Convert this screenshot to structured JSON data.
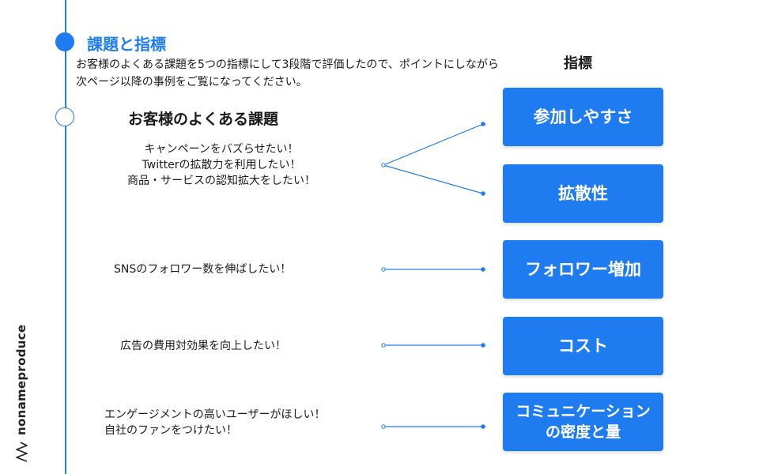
{
  "section": {
    "title": "課題と指標",
    "intro": "お客様のよくある課題を5つの指標にして3段階で評価したので、ポイントにしながら次ページ以降の事例をご覧になってください。"
  },
  "issues_heading": "お客様のよくある課題",
  "metrics_heading": "指標",
  "issues": [
    {
      "lines": [
        "キャンペーンをバズらせたい！",
        "Twitterの拡散力を利用したい！",
        "商品・サービスの認知拡大をしたい！"
      ]
    },
    {
      "lines": [
        "SNSのフォロワー数を伸ばしたい！"
      ]
    },
    {
      "lines": [
        "広告の費用対効果を向上したい！"
      ]
    },
    {
      "lines": [
        "エンゲージメントの高いユーザーがほしい！",
        "自社のファンをつけたい！"
      ]
    }
  ],
  "metrics": [
    {
      "lines": [
        "参加しやすさ"
      ]
    },
    {
      "lines": [
        "拡散性"
      ]
    },
    {
      "lines": [
        "フォロワー増加"
      ]
    },
    {
      "lines": [
        "コスト"
      ]
    },
    {
      "lines": [
        "コミュニケーション",
        "の密度と量"
      ]
    }
  ],
  "brand": {
    "name": "nonameproduce",
    "logo_icon": "wave-logo-icon"
  },
  "colors": {
    "accent": "#1f7cf0",
    "text": "#1a1a1a",
    "background": "#ffffff"
  }
}
